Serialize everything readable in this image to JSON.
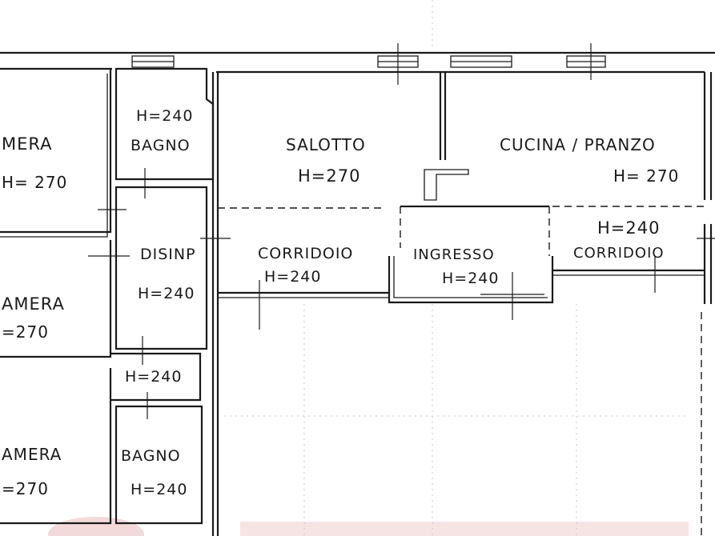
{
  "rooms": {
    "camera_1": {
      "name": "MERA",
      "height": "H= 270"
    },
    "bagno_1": {
      "height": "H=240",
      "name": "BAGNO"
    },
    "salotto": {
      "name": "SALOTTO",
      "height": "H=270"
    },
    "cucina": {
      "name": "CUCINA / PRANZO",
      "height": "H= 270"
    },
    "corridoio_right": {
      "height": "H=240",
      "name": "CORRIDOIO"
    },
    "camera_2": {
      "name": "AMERA",
      "height": "=270"
    },
    "disimpegno": {
      "name": "DISINP",
      "height": "H=240"
    },
    "corridoio_left": {
      "name": "CORRIDOIO",
      "height": "H=240"
    },
    "ingresso": {
      "name": "INGRESSO",
      "height": "H=240"
    },
    "ripostiglio": {
      "height": "H=240"
    },
    "camera_3": {
      "name": "AMERA",
      "height": "=270"
    },
    "bagno_2": {
      "name": "BAGNO",
      "height": "H=240"
    }
  },
  "colors": {
    "ink": "#1a1a1a",
    "paper": "#ffffff",
    "watermark": "#f3dada"
  }
}
